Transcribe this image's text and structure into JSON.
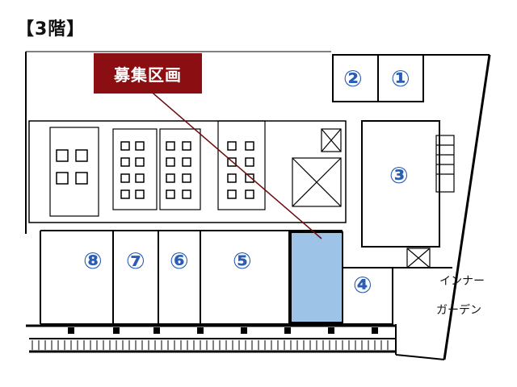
{
  "floor_title": "【3階】",
  "callout": "募集区画",
  "units": [
    {
      "id": "unit-1",
      "label": "①"
    },
    {
      "id": "unit-2",
      "label": "②"
    },
    {
      "id": "unit-3",
      "label": "③"
    },
    {
      "id": "unit-4",
      "label": "④"
    },
    {
      "id": "unit-5",
      "label": "⑤"
    },
    {
      "id": "unit-6",
      "label": "⑥"
    },
    {
      "id": "unit-7",
      "label": "⑦"
    },
    {
      "id": "unit-8",
      "label": "⑧"
    }
  ],
  "garden_label_line1": "インナー",
  "garden_label_line2": "ガーデン",
  "colors": {
    "callout_bg": "#8b0e12",
    "label_blue": "#2a5db5",
    "highlight_fill": "#9dc3e6",
    "wall": "#000000"
  }
}
